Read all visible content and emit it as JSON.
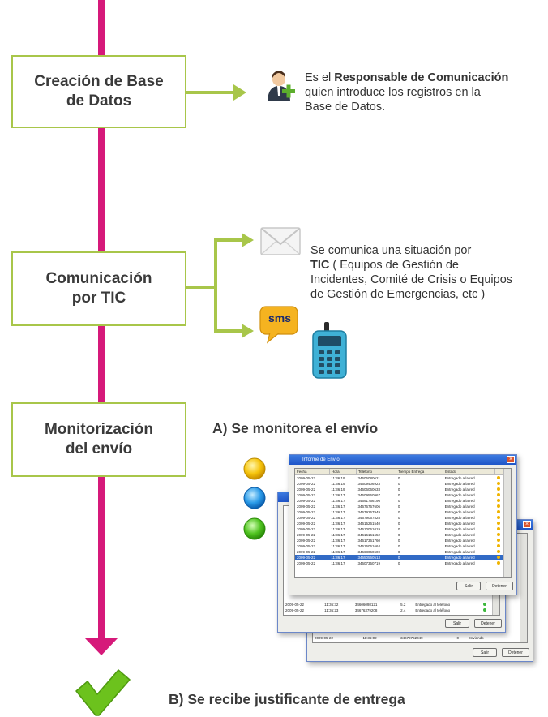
{
  "steps": {
    "step1": {
      "label_line1": "Creación de Base",
      "label_line2": "de Datos"
    },
    "step2": {
      "label_line1": "Comunicación",
      "label_line2": "por TIC"
    },
    "step3": {
      "label_line1": "Monitorización",
      "label_line2": "del envío"
    }
  },
  "step1_desc": {
    "prefix": "Es el ",
    "bold": "Responsable de Comunicación",
    "line2": "quien introduce los registros en la",
    "line3": "Base de Datos."
  },
  "step2_desc": {
    "line1": "Se comunica una situación por",
    "bold": "TIC",
    "line2_rest": " ( Equipos de Gestión de",
    "line3": "Incidentes, Comité de Crisis o Equipos",
    "line4": "de Gestión de Emergencias, etc )"
  },
  "sms_label": "sms",
  "monitor_heading": "A) Se monitorea el envío",
  "receipt_heading": "B) Se recibe justificante de entrega",
  "colors": {
    "flow_line": "#d6197a",
    "box_border": "#a8c64a",
    "arrow": "#a8c64a",
    "check": "#6cc21d"
  },
  "report_window": {
    "title": "Informe de Envío",
    "columns": [
      "Fecha",
      "Hora",
      "Teléfono",
      "Tiempo Entrega",
      "Estado"
    ],
    "rows": [
      [
        "2009-05-22",
        "11:36:19",
        "34606080621",
        "0",
        "Entregado a la red"
      ],
      [
        "2009-05-22",
        "11:36:19",
        "34609406923",
        "0",
        "Entregado a la red"
      ],
      [
        "2009-05-22",
        "11:36:19",
        "34606060633",
        "0",
        "Entregado a la red"
      ],
      [
        "2009-05-22",
        "11:36:17",
        "34609560967",
        "0",
        "Entregado a la red"
      ],
      [
        "2009-05-22",
        "11:36:17",
        "34691766196",
        "0",
        "Entregado a la red"
      ],
      [
        "2009-05-22",
        "11:36:17",
        "34676767606",
        "0",
        "Entregado a la red"
      ],
      [
        "2009-05-22",
        "11:36:17",
        "34679267949",
        "0",
        "Entregado a la red"
      ],
      [
        "2009-05-22",
        "11:36:17",
        "34679067828",
        "0",
        "Entregado a la red"
      ],
      [
        "2009-05-22",
        "11:36:17",
        "34615261540",
        "0",
        "Entregado a la red"
      ],
      [
        "2009-05-22",
        "11:36:17",
        "34610061019",
        "0",
        "Entregado a la red"
      ],
      [
        "2009-05-22",
        "11:36:17",
        "34616161652",
        "0",
        "Entregado a la red"
      ],
      [
        "2009-05-22",
        "11:36:17",
        "34617361760",
        "0",
        "Entregado a la red"
      ],
      [
        "2009-05-22",
        "11:36:17",
        "34616061664",
        "0",
        "Entregado a la red"
      ],
      [
        "2009-05-22",
        "11:36:17",
        "34668060600",
        "0",
        "Entregado a la red"
      ],
      [
        "2009-05-22",
        "11:36:17",
        "34650560513",
        "0",
        "Entregado a la red"
      ],
      [
        "2009-05-22",
        "11:36:17",
        "34607350719",
        "0",
        "Entregado a la red"
      ]
    ],
    "selected_row": 14,
    "buttons": {
      "exit": "Salir",
      "stop": "Detener"
    }
  },
  "back_window_1": {
    "rows": [
      [
        "2009-05-22",
        "11:36:32",
        "34606098121",
        "5.2",
        "Entregado al teléfono"
      ],
      [
        "2009-05-22",
        "11:36:23",
        "34676379208",
        "2.4",
        "Entregado al teléfono"
      ]
    ],
    "buttons": {
      "exit": "Salir",
      "stop": "Detener"
    }
  },
  "back_window_2": {
    "row": [
      "2009-05-22",
      "11:36:02",
      "34679752049",
      "0",
      "Enviando"
    ],
    "buttons": {
      "exit": "Salir",
      "stop": "Detener"
    }
  }
}
